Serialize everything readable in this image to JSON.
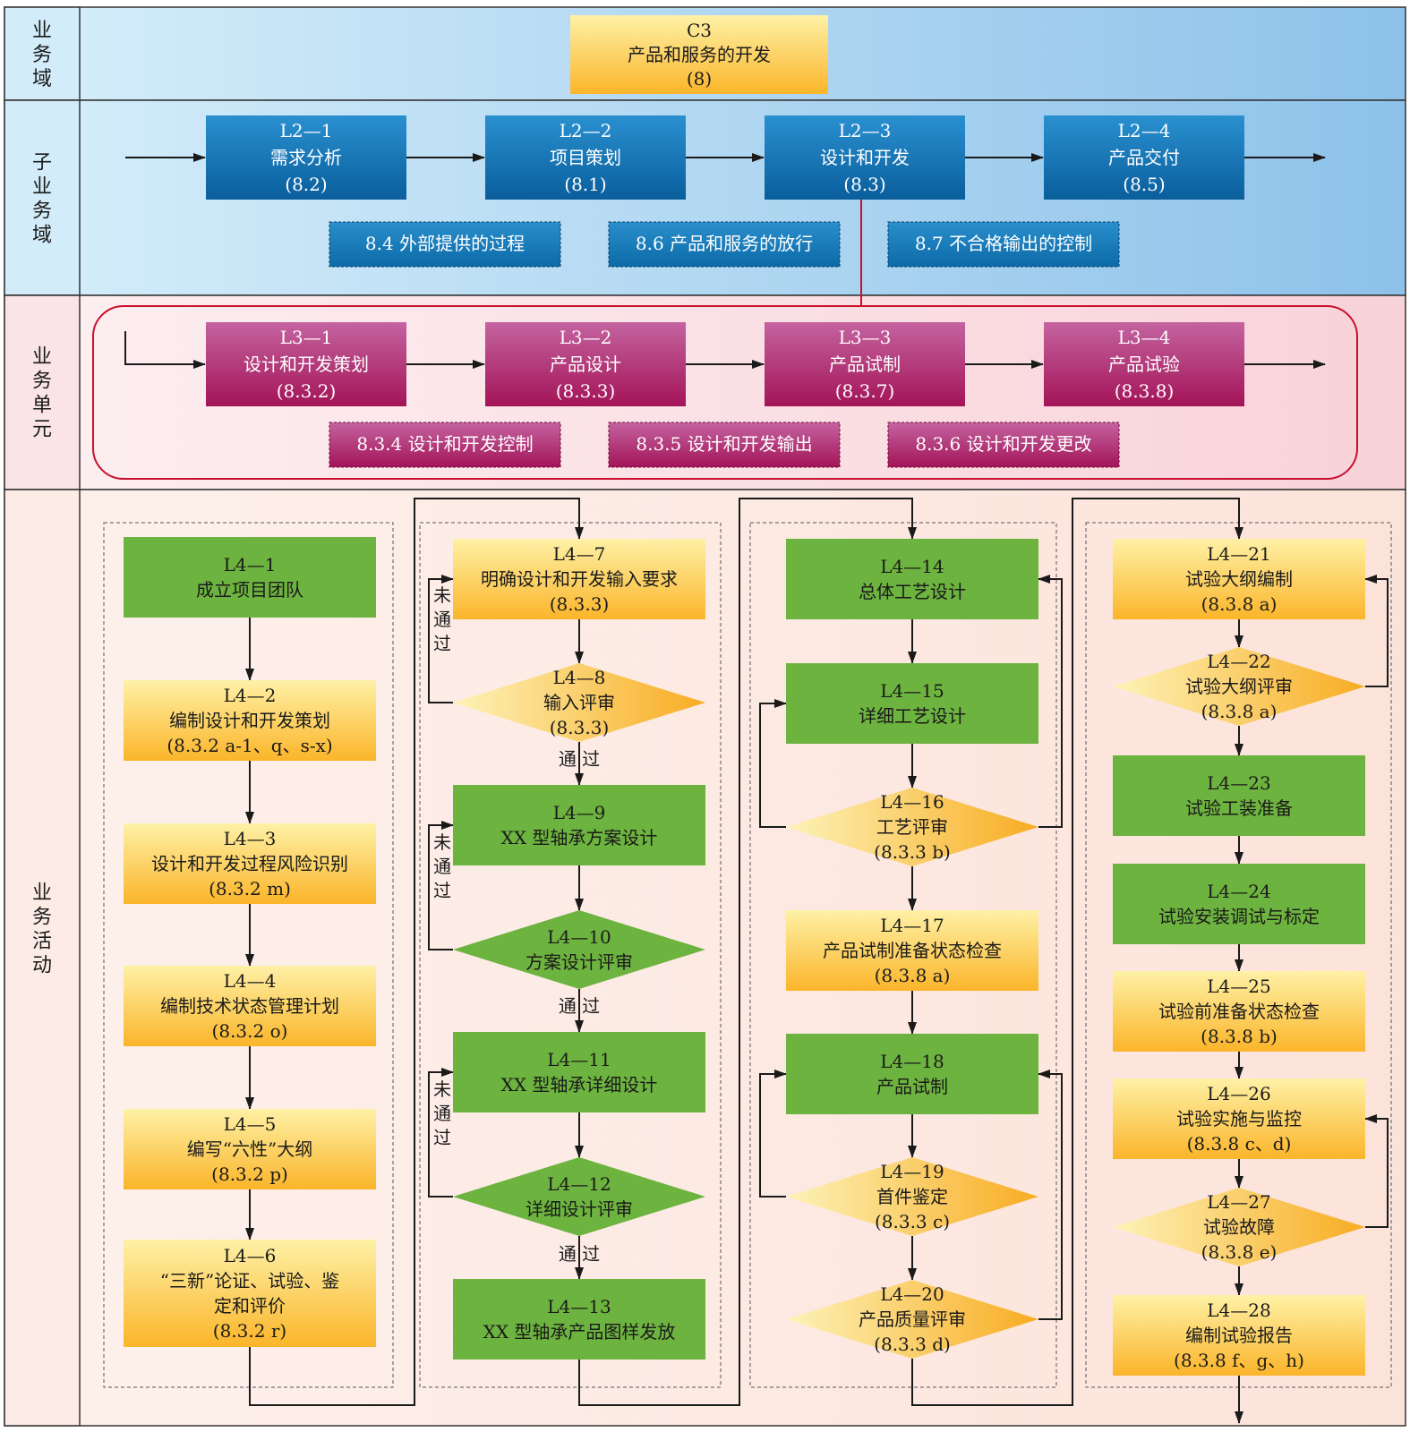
{
  "colors": {
    "domain_bg_left": "#cfe9f7",
    "domain_bg_right": "#8fc3ea",
    "unit_bg": "#fbe3e6",
    "activity_bg": "#fdeae3",
    "l2_blue": "#0a72b4",
    "l3_magenta": "#a3195b",
    "l4_green": "#6db33f",
    "l4_yellow": "#fbb829",
    "frame_red": "#c8102e"
  },
  "rows": {
    "domain": "业务域",
    "subdomain": "子业务域",
    "unit": "业务单元",
    "activity": "业务活动"
  },
  "c3": {
    "code": "C3",
    "name": "产品和服务的开发",
    "ref": "(8)"
  },
  "l2": [
    {
      "code": "L2—1",
      "name": "需求分析",
      "ref": "(8.2)"
    },
    {
      "code": "L2—2",
      "name": "项目策划",
      "ref": "(8.1)"
    },
    {
      "code": "L2—3",
      "name": "设计和开发",
      "ref": "(8.3)"
    },
    {
      "code": "L2—4",
      "name": "产品交付",
      "ref": "(8.5)"
    }
  ],
  "l2_support": [
    "8.4  外部提供的过程",
    "8.6  产品和服务的放行",
    "8.7  不合格输出的控制"
  ],
  "l3": [
    {
      "code": "L3—1",
      "name": "设计和开发策划",
      "ref": "(8.3.2)"
    },
    {
      "code": "L3—2",
      "name": "产品设计",
      "ref": "(8.3.3)"
    },
    {
      "code": "L3—3",
      "name": "产品试制",
      "ref": "(8.3.7)"
    },
    {
      "code": "L3—4",
      "name": "产品试验",
      "ref": "(8.3.8)"
    }
  ],
  "l3_support": [
    "8.3.4  设计和开发控制",
    "8.3.5  设计和开发输出",
    "8.3.6  设计和开发更改"
  ],
  "l4": [
    {
      "id": "L4—1",
      "lines": [
        "L4—1",
        "成立项目团队"
      ]
    },
    {
      "id": "L4—2",
      "lines": [
        "L4—2",
        "编制设计和开发策划",
        "(8.3.2 a-1、q、s-x)"
      ]
    },
    {
      "id": "L4—3",
      "lines": [
        "L4—3",
        "设计和开发过程风险识别",
        "(8.3.2 m)"
      ]
    },
    {
      "id": "L4—4",
      "lines": [
        "L4—4",
        "编制技术状态管理计划",
        "(8.3.2 o)"
      ]
    },
    {
      "id": "L4—5",
      "lines": [
        "L4—5",
        "编写“六性”大纲",
        "(8.3.2 p)"
      ]
    },
    {
      "id": "L4—6",
      "lines": [
        "L4—6",
        "“三新”论证、试验、鉴",
        "定和评价",
        "(8.3.2 r)"
      ]
    },
    {
      "id": "L4—7",
      "lines": [
        "L4—7",
        "明确设计和开发输入要求",
        "(8.3.3)"
      ]
    },
    {
      "id": "L4—8",
      "lines": [
        "L4—8",
        "输入评审",
        "(8.3.3)"
      ]
    },
    {
      "id": "L4—9",
      "lines": [
        "L4—9",
        "XX 型轴承方案设计"
      ]
    },
    {
      "id": "L4—10",
      "lines": [
        "L4—10",
        "方案设计评审"
      ]
    },
    {
      "id": "L4—11",
      "lines": [
        "L4—11",
        "XX 型轴承详细设计"
      ]
    },
    {
      "id": "L4—12",
      "lines": [
        "L4—12",
        "详细设计评审"
      ]
    },
    {
      "id": "L4—13",
      "lines": [
        "L4—13",
        "XX 型轴承产品图样发放"
      ]
    },
    {
      "id": "L4—14",
      "lines": [
        "L4—14",
        "总体工艺设计"
      ]
    },
    {
      "id": "L4—15",
      "lines": [
        "L4—15",
        "详细工艺设计"
      ]
    },
    {
      "id": "L4—16",
      "lines": [
        "L4—16",
        "工艺评审",
        "(8.3.3 b)"
      ]
    },
    {
      "id": "L4—17",
      "lines": [
        "L4—17",
        "产品试制准备状态检查",
        "(8.3.8 a)"
      ]
    },
    {
      "id": "L4—18",
      "lines": [
        "L4—18",
        "产品试制"
      ]
    },
    {
      "id": "L4—19",
      "lines": [
        "L4—19",
        "首件鉴定",
        "(8.3.3 c)"
      ]
    },
    {
      "id": "L4—20",
      "lines": [
        "L4—20",
        "产品质量评审",
        "(8.3.3 d)"
      ]
    },
    {
      "id": "L4—21",
      "lines": [
        "L4—21",
        "试验大纲编制",
        "(8.3.8 a)"
      ]
    },
    {
      "id": "L4—22",
      "lines": [
        "L4—22",
        "试验大纲评审",
        "(8.3.8 a)"
      ]
    },
    {
      "id": "L4—23",
      "lines": [
        "L4—23",
        "试验工装准备"
      ]
    },
    {
      "id": "L4—24",
      "lines": [
        "L4—24",
        "试验安装调试与标定"
      ]
    },
    {
      "id": "L4—25",
      "lines": [
        "L4—25",
        "试验前准备状态检查",
        "(8.3.8 b)"
      ]
    },
    {
      "id": "L4—26",
      "lines": [
        "L4—26",
        "试验实施与监控",
        "(8.3.8 c、d)"
      ]
    },
    {
      "id": "L4—27",
      "lines": [
        "L4—27",
        "试验故障",
        "(8.3.8 e)"
      ]
    },
    {
      "id": "L4—28",
      "lines": [
        "L4—28",
        "编制试验报告",
        "(8.3.8 f、g、h)"
      ]
    }
  ],
  "edge_labels": {
    "pass": "通  过",
    "fail": [
      "未",
      "通",
      "过"
    ]
  }
}
